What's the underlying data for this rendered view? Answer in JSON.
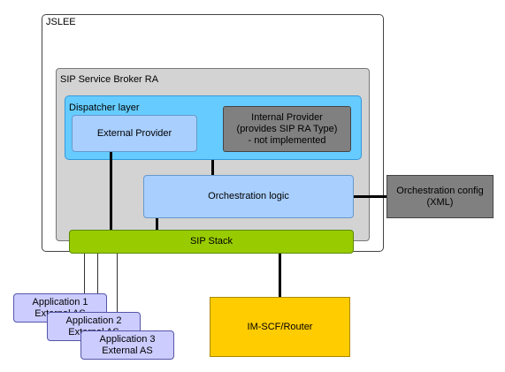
{
  "jslee": {
    "label": "JSLEE"
  },
  "broker": {
    "label": "SIP Service Broker RA"
  },
  "dispatcher": {
    "label": "Dispatcher layer"
  },
  "external_provider": {
    "label": "External Provider"
  },
  "internal_provider": {
    "line1": "Internal Provider",
    "line2": "(provides SIP RA Type)",
    "line3": "- not implemented"
  },
  "orchestration_logic": {
    "label": "Orchestration logic"
  },
  "orchestration_config": {
    "line1": "Orchestration config",
    "line2": "(XML)"
  },
  "sip_stack": {
    "label": "SIP Stack"
  },
  "im_scf": {
    "label": "IM-SCF/Router"
  },
  "applications": [
    {
      "line1": "Application 1",
      "line2": "External AS"
    },
    {
      "line1": "Application 2",
      "line2": "External AS"
    },
    {
      "line1": "Application 3",
      "line2": "External AS"
    }
  ],
  "colors": {
    "broker": "#d3d3d3",
    "dispatcher": "#66ccff",
    "provider": "#a9cfff",
    "internal_provider": "#808080",
    "sip_stack": "#99cc00",
    "im_scf": "#ffcc00",
    "application": "#ccccff"
  }
}
